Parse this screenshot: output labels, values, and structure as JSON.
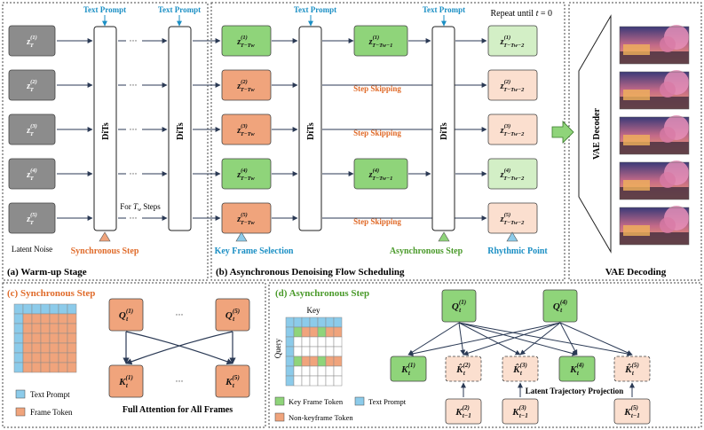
{
  "panels": {
    "a_title": "(a) Warm-up Stage",
    "b_title": "(b) Asynchronous Denoising Flow Scheduling",
    "vae_title": "VAE Decoding",
    "c_title": "(c) Synchronous Step",
    "d_title": "(d) Asynchronous Step"
  },
  "warmup": {
    "text_prompt": "Text Prompt",
    "dits": "DiTs",
    "ellipsis": "···",
    "steps_label": "For Tw Steps",
    "latent_label": "Latent Noise",
    "sync_step": "Synchronous Step",
    "latent_base": "z",
    "latent_sub": "T",
    "latent_sups": [
      "(1)",
      "(2)",
      "(3)",
      "(4)",
      "(5)"
    ]
  },
  "async": {
    "text_prompt_1": "Text Prompt",
    "text_prompt_2": "Text Prompt",
    "repeat": "Repeat until t = 0",
    "dits": "DiTs",
    "step_skipping": "Step Skipping",
    "key_frame_selection": "Key Frame Selection",
    "async_step": "Asynchronous Step",
    "rhythmic_point": "Rhythmic Point",
    "col1_sub": "T−Tw",
    "col2_sub": "T−Tw−1",
    "col3_sub": "T−Tw−2",
    "sups": [
      "(1)",
      "(2)",
      "(3)",
      "(4)",
      "(5)"
    ]
  },
  "vae": {
    "decoder": "VAE Decoder"
  },
  "sync_panel": {
    "q1": "Q",
    "q_sub": "t",
    "q1_sup": "(1)",
    "q5_sup": "(5)",
    "k1_sup": "(1)",
    "k5_sup": "(5)",
    "ellipsis": "···",
    "legend_text": "Text Prompt",
    "legend_frame": "Frame Token",
    "caption": "Full Attention for All Frames"
  },
  "async_panel": {
    "key_label": "Key",
    "query_label": "Query",
    "legend_key": "Key Frame Token",
    "legend_text": "Text Prompt",
    "legend_nonkey": "Non-keyframe Token",
    "projection": "Latent Trajectory Projection",
    "q_sups": [
      "(1)",
      "(4)"
    ],
    "k_sups": [
      "(1)",
      "(2)",
      "(3)",
      "(4)",
      "(5)"
    ],
    "prev_sups": [
      "(2)",
      "(3)",
      "(5)"
    ],
    "prev_sub": "t−1"
  },
  "colors": {
    "gray": "#8c8c8c",
    "green": "#8fd47a",
    "green_light": "#d3efc6",
    "orange": "#f0a47c",
    "orange_light": "#fbdfcf",
    "blue": "#8ccbea",
    "title_orange": "#e06b2a",
    "title_green": "#4a9a2a",
    "prompt_blue": "#1b8fc4"
  }
}
